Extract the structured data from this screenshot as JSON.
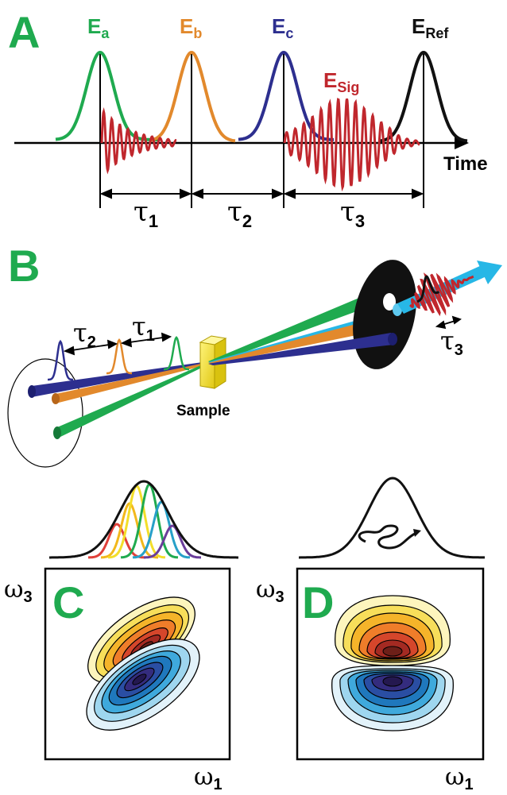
{
  "colors": {
    "panel_green": "#1faa4f",
    "pulse_a": "#1faa4f",
    "pulse_b": "#e2892c",
    "pulse_c": "#2d2f8f",
    "signal": "#c0272d",
    "reference": "#111111",
    "cyan": "#27b7e6",
    "sample": "#f4e51f"
  },
  "panel_a": {
    "label": "A",
    "pulse_a": {
      "main": "E",
      "sub": "a"
    },
    "pulse_b": {
      "main": "E",
      "sub": "b"
    },
    "pulse_c": {
      "main": "E",
      "sub": "c"
    },
    "signal": {
      "main": "E",
      "sub": "Sig"
    },
    "reference": {
      "main": "E",
      "sub": "Ref"
    },
    "axis_label": "Time",
    "tau1": {
      "sym": "τ",
      "sub": "1"
    },
    "tau2": {
      "sym": "τ",
      "sub": "2"
    },
    "tau3": {
      "sym": "τ",
      "sub": "3"
    }
  },
  "panel_b": {
    "label": "B",
    "tau1": {
      "sym": "τ",
      "sub": "1"
    },
    "tau2": {
      "sym": "τ",
      "sub": "2"
    },
    "tau3": {
      "sym": "τ",
      "sub": "3"
    },
    "sample_label": "Sample",
    "icons": [
      "pulse-icon",
      "sample-cube-icon",
      "aperture-disc-icon",
      "arrow-icon"
    ]
  },
  "panel_c": {
    "label": "C",
    "x_axis": {
      "sym": "ω",
      "sub": "1"
    },
    "y_axis": {
      "sym": "ω",
      "sub": "3"
    },
    "spectrum_peaks_colors": [
      "#e0403a",
      "#f2b81c",
      "#f3de2a",
      "#1faa4f",
      "#27a0c8",
      "#6a3d9a"
    ]
  },
  "panel_d": {
    "label": "D",
    "x_axis": {
      "sym": "ω",
      "sub": "1"
    },
    "y_axis": {
      "sym": "ω",
      "sub": "3"
    }
  }
}
